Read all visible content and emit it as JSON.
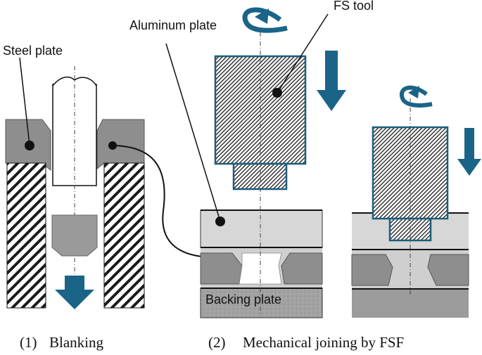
{
  "labels": {
    "steel_plate": "Steel plate",
    "aluminum_plate": "Aluminum plate",
    "fs_tool": "FS tool",
    "backing_plate": "Backing plate"
  },
  "captions": {
    "blanking_num": "(1)",
    "blanking_text": "Blanking",
    "joining_num": "(2)",
    "joining_text": "Mechanical joining by FSF"
  },
  "colors": {
    "arrow_blue": "#1a6488",
    "steel_gray": "#8e8e8e",
    "aluminum_gray": "#d7d7d7",
    "backing_gray": "#9c9c9c",
    "tool_outline": "#1a5e7e"
  },
  "icons": {
    "rotation": "rotate-arrow-icon",
    "down_arrow": "down-arrow-icon"
  }
}
